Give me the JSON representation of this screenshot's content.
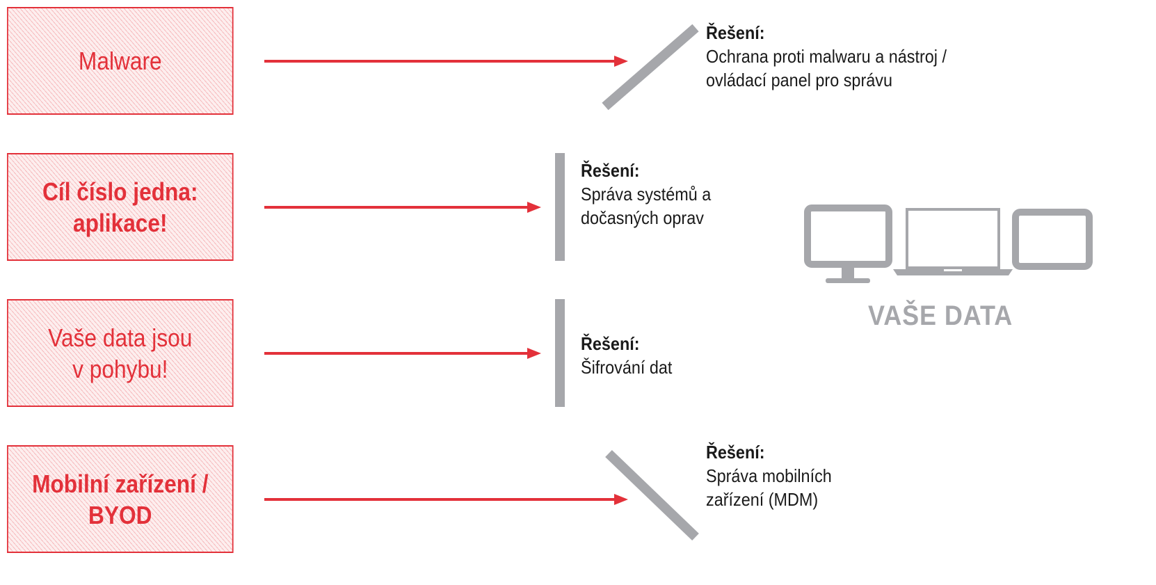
{
  "colors": {
    "accent": "#e3313a",
    "gray": "#a6a7ab",
    "text": "#1a1a1a"
  },
  "threats": [
    {
      "line1": "Malware",
      "line2": "",
      "bold": false
    },
    {
      "line1": "Cíl číslo jedna:",
      "line2": "aplikace!",
      "bold": true
    },
    {
      "line1": "Vaše data jsou",
      "line2": "v pohybu!",
      "bold": false
    },
    {
      "line1": "Mobilní zařízení /",
      "line2": "BYOD",
      "bold": true
    }
  ],
  "solutions": [
    {
      "heading": "Řešení:",
      "body": "Ochrana proti malwaru a nástroj / ovládací panel pro správu"
    },
    {
      "heading": "Řešení:",
      "body": "Správa systémů a dočasných oprav"
    },
    {
      "heading": "Řešení:",
      "body": "Šifrování dat"
    },
    {
      "heading": "Řešení:",
      "body": "Správa mobilních zařízení (MDM)"
    }
  ],
  "devices": {
    "icons": [
      "desktop-icon",
      "laptop-icon",
      "tablet-icon"
    ],
    "label": "VAŠE DATA"
  }
}
